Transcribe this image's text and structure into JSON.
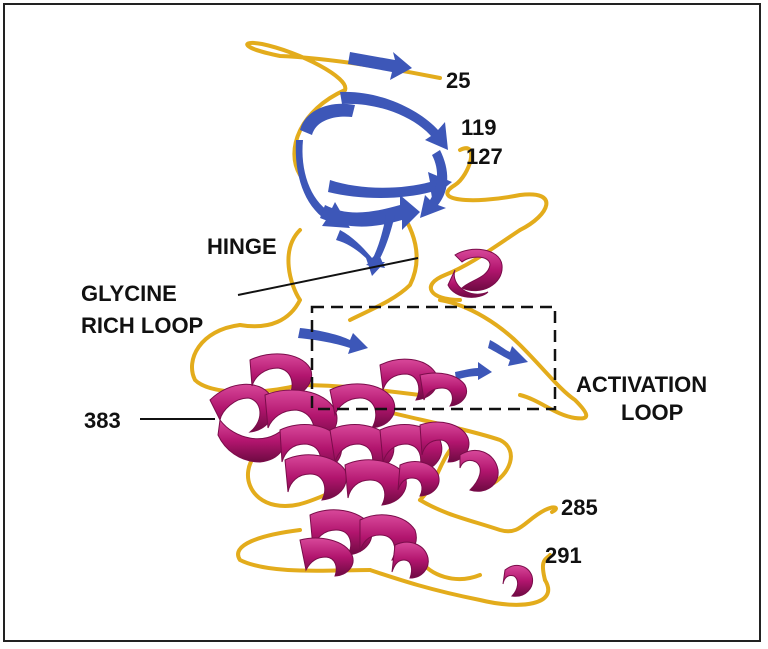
{
  "colors": {
    "coil": "#e3ac1c",
    "strand": "#3d57b8",
    "helix": "#b2156e",
    "helix_dark": "#7a0c4a",
    "frame": "#222222",
    "text": "#111111"
  },
  "labels": {
    "n25": "25",
    "n119": "119",
    "n127": "127",
    "hinge": "HINGE",
    "glycine_1": "GLYCINE",
    "glycine_2": "RICH LOOP",
    "activation_1": "ACTIVATION",
    "activation_2": "LOOP",
    "n383": "383",
    "n285": "285",
    "n291": "291"
  }
}
